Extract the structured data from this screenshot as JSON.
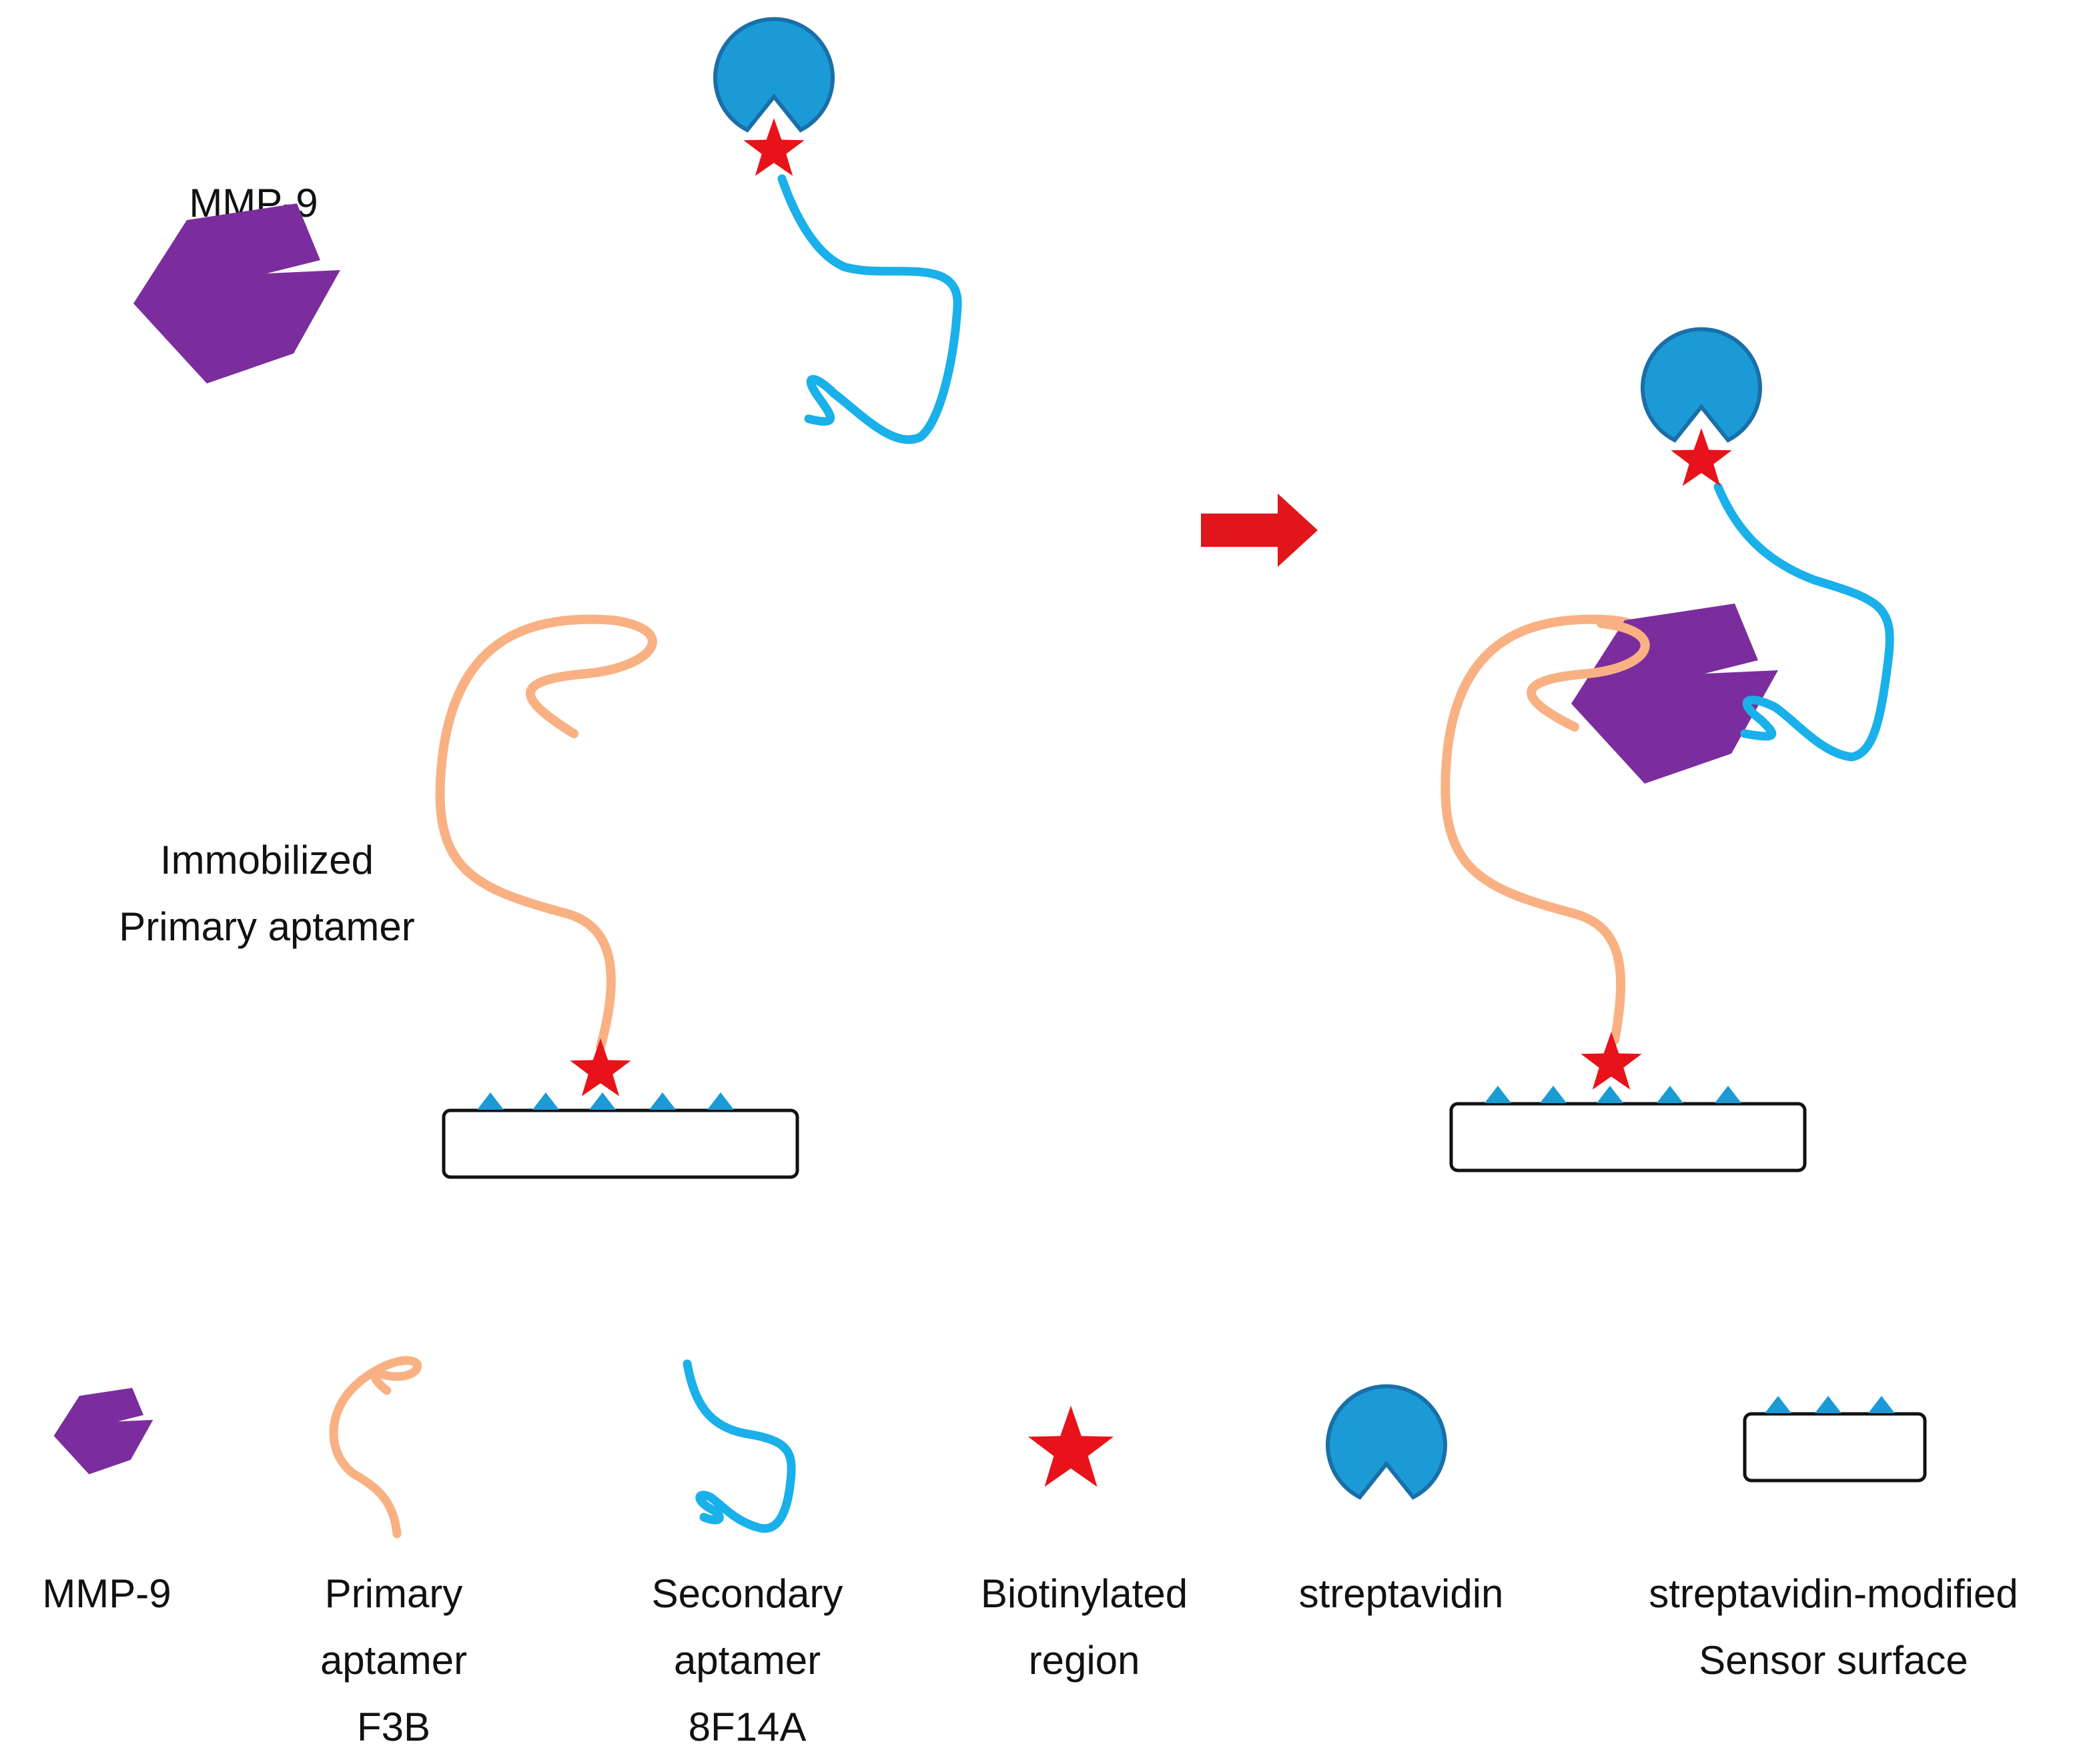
{
  "labels": {
    "mmp9_top": "MMP-9",
    "immobilized_line1": "Immobilized",
    "immobilized_line2": "Primary aptamer"
  },
  "legend": {
    "mmp9": [
      "MMP-9"
    ],
    "primary": [
      "Primary",
      "aptamer",
      "F3B"
    ],
    "secondary": [
      "Secondary",
      "aptamer",
      "8F14A"
    ],
    "biotin": [
      "Biotinylated",
      "region"
    ],
    "streptavidin": [
      "streptavidin"
    ],
    "surface": [
      "streptavidin-modified",
      "Sensor surface"
    ]
  },
  "colors": {
    "mmp9": "#7b2d9e",
    "primary_aptamer": "#f9b184",
    "secondary_aptamer": "#1ab0ea",
    "streptavidin": "#1b9ad6",
    "streptavidin_stroke": "#1a6fa8",
    "biotin": "#e8121a",
    "arrow": "#e0161a",
    "surface_stroke": "#111111"
  }
}
